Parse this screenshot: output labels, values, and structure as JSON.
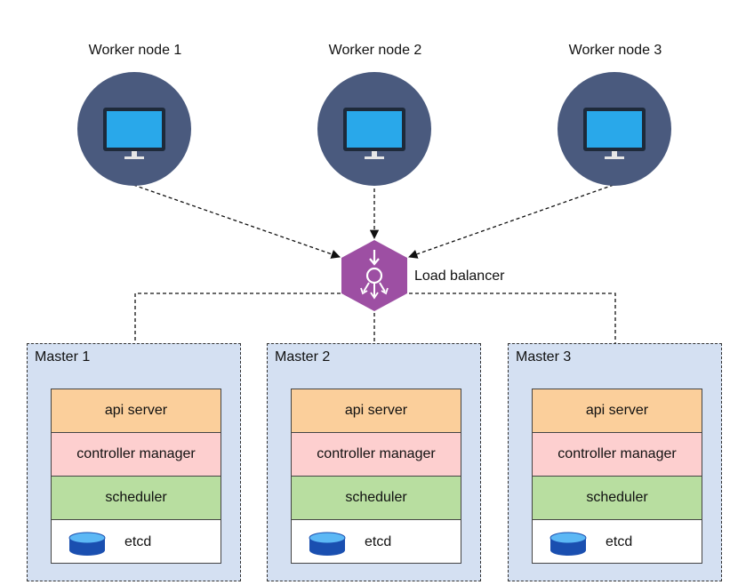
{
  "workers": [
    {
      "label": "Worker node 1"
    },
    {
      "label": "Worker node 2"
    },
    {
      "label": "Worker node 3"
    }
  ],
  "load_balancer": {
    "label": "Load balancer",
    "icon": "load-balancer-icon",
    "color": "#9d4fa3"
  },
  "masters": [
    {
      "title": "Master 1",
      "components": [
        "api server",
        "controller manager",
        "scheduler",
        "etcd"
      ]
    },
    {
      "title": "Master 2",
      "components": [
        "api server",
        "controller manager",
        "scheduler",
        "etcd"
      ]
    },
    {
      "title": "Master 3",
      "components": [
        "api server",
        "controller manager",
        "scheduler",
        "etcd"
      ]
    }
  ],
  "colors": {
    "worker_circle": "#4a5a7e",
    "monitor_screen": "#29a8ea",
    "master_bg": "#d4e0f2",
    "api_server": "#fbcf9b",
    "controller_manager": "#fdcfcf",
    "scheduler": "#b8dea0"
  }
}
